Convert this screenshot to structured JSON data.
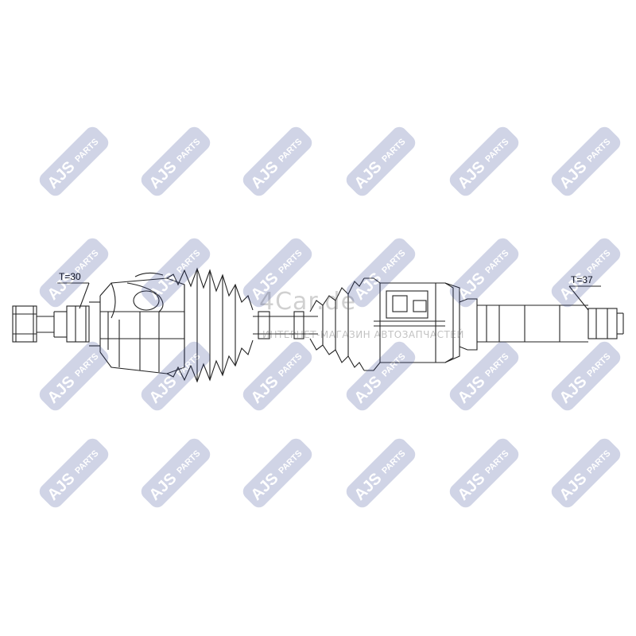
{
  "diagram": {
    "left_label": "T=30",
    "right_label": "T=37"
  },
  "watermark": {
    "brand": "AJS",
    "brand_sub": "PARTS",
    "color": "#2d3f8f",
    "site_name": "4Car.de",
    "site_tagline": "ИНТЕРНЕТ-МАГАЗИН АВТОЗАПЧАСТЕЙ"
  }
}
